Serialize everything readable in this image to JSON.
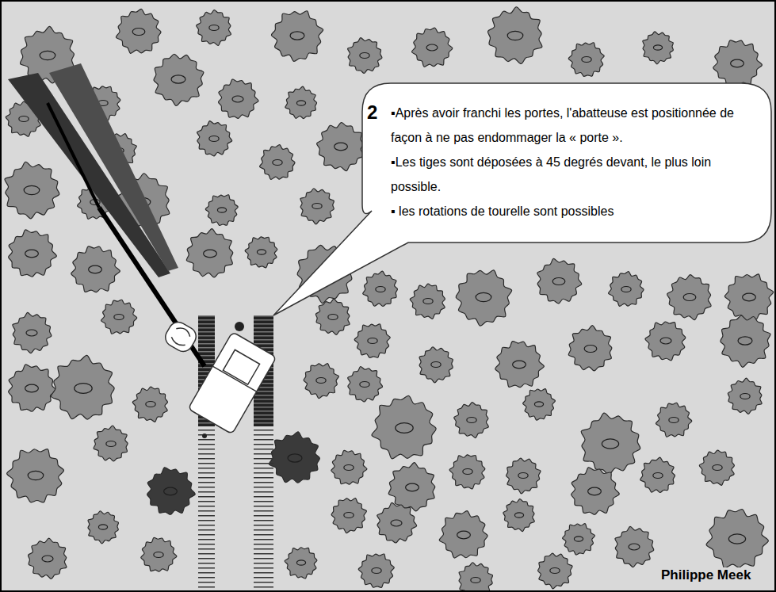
{
  "diagram": {
    "nodes": [
      {
        "text": [
          "2",
          "▪Après avoir franchi les portes, l'abatteuse est positionnée de façon à ne pas endommager la « porte ».",
          "▪Les tiges sont déposées à 45 degrés devant, le plus loin possible.",
          "▪ les rotations de tourelle sont possibles"
        ]
      }
    ],
    "labels": [
      "Philippe Meek"
    ]
  }
}
